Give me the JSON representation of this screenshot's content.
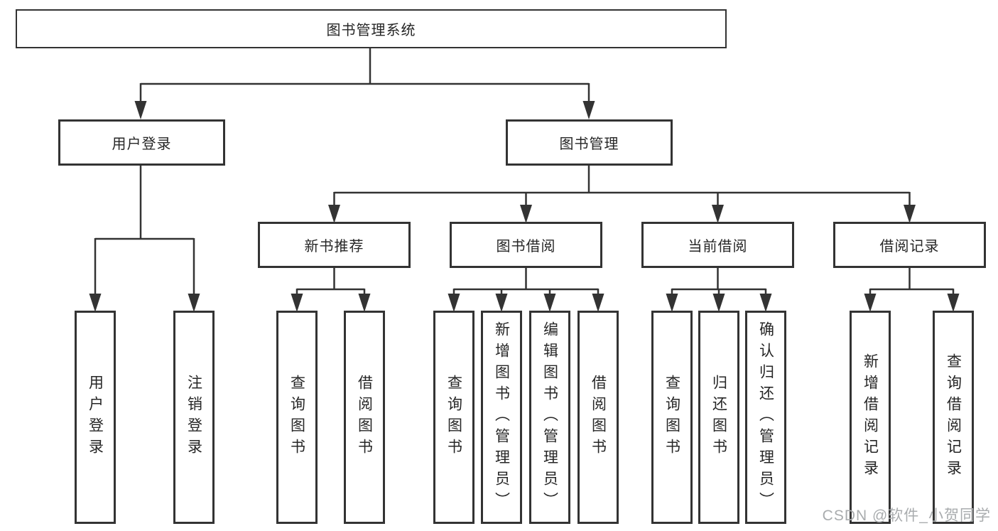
{
  "watermark": "CSDN @软件_小贺同学",
  "colors": {
    "line": "#333333",
    "text": "#262626",
    "background": "#ffffff",
    "watermark": "#a9acae"
  },
  "tree": {
    "root": {
      "label": "图书管理系统"
    },
    "branches": [
      {
        "label": "用户登录",
        "leaves": [
          {
            "label": "用户登录"
          },
          {
            "label": "注销登录"
          }
        ]
      },
      {
        "label": "图书管理",
        "groups": [
          {
            "label": "新书推荐",
            "leaves": [
              {
                "label": "查询图书"
              },
              {
                "label": "借阅图书"
              }
            ]
          },
          {
            "label": "图书借阅",
            "leaves": [
              {
                "label": "查询图书"
              },
              {
                "label": "新增图书（管理员）"
              },
              {
                "label": "编辑图书（管理员）"
              },
              {
                "label": "借阅图书"
              }
            ]
          },
          {
            "label": "当前借阅",
            "leaves": [
              {
                "label": "查询图书"
              },
              {
                "label": "归还图书"
              },
              {
                "label": "确认归还（管理员）"
              }
            ]
          },
          {
            "label": "借阅记录",
            "leaves": [
              {
                "label": "新增借阅记录"
              },
              {
                "label": "查询借阅记录"
              }
            ]
          }
        ]
      }
    ]
  }
}
